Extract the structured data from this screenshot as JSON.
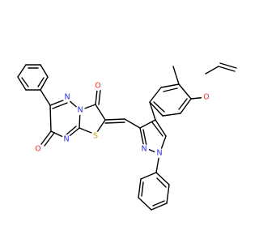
{
  "colors": {
    "bond": "#000000",
    "N": "#2C2CE6",
    "O": "#E62C2C",
    "S": "#C6A21A"
  },
  "atoms": [
    {
      "id": "O1",
      "element": "O",
      "label": "O"
    },
    {
      "id": "O2",
      "element": "O",
      "label": "O"
    },
    {
      "id": "O3",
      "element": "O",
      "label": "O"
    },
    {
      "id": "N1",
      "element": "N",
      "label": "N"
    },
    {
      "id": "N2",
      "element": "N",
      "label": "N"
    },
    {
      "id": "N3",
      "element": "N",
      "label": "N"
    },
    {
      "id": "N4",
      "element": "N",
      "label": "N"
    },
    {
      "id": "N5",
      "element": "N",
      "label": "N"
    },
    {
      "id": "S1",
      "element": "S",
      "label": "S"
    }
  ]
}
